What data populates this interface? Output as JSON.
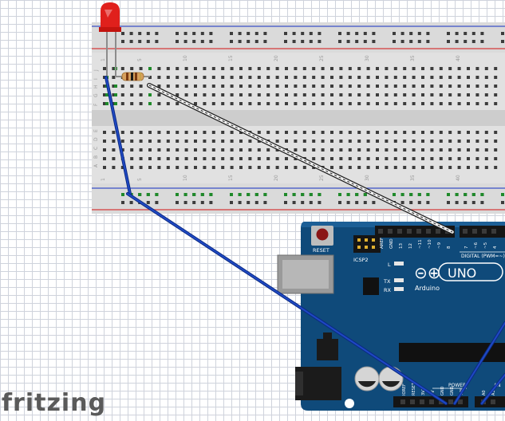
{
  "app": {
    "brand": "fritzing"
  },
  "breadboard": {
    "column_numbers": [
      "1",
      "5",
      "10",
      "15",
      "20",
      "25",
      "30",
      "35",
      "40"
    ],
    "top_row_letters": [
      "J",
      "I",
      "H",
      "G",
      "F"
    ],
    "bottom_row_letters": [
      "E",
      "D",
      "C",
      "B",
      "A"
    ]
  },
  "arduino": {
    "reset_label": "RESET",
    "icsp_label": "ICSP2",
    "led_l_label": "L",
    "tx_label": "TX",
    "rx_label": "RX",
    "logo_symbol": "⊝⊕",
    "brand_label": "Arduino",
    "model_label": "UNO",
    "digital_label": "DIGITAL (PWM=~)",
    "power_label": "POWER",
    "analog_label": "AN",
    "top_pin_labels": [
      "AREF",
      "GND",
      "13",
      "12",
      "~11",
      "~10",
      "~9",
      "8"
    ],
    "top_pin_labels_right": [
      "7",
      "~6",
      "~5",
      "4"
    ],
    "bottom_pin_labels": [
      "IOREF",
      "RESET",
      "3V3",
      "5V",
      "GND",
      "GND",
      "VIN"
    ],
    "analog_pin_labels": [
      "A0",
      "A1"
    ]
  },
  "colors": {
    "board_blue": "#0f4a7a",
    "wire_blue": "#1a3fae",
    "led_red": "#e0201c",
    "rail_red": "#d33a3a",
    "rail_blue": "#3a52c8",
    "breadboard": "#e1e1e1"
  }
}
